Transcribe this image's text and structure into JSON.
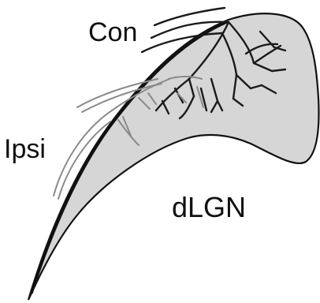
{
  "labels": {
    "contralateral": "Con",
    "ipsilateral": "Ipsi",
    "nucleus": "dLGN"
  },
  "colors": {
    "nucleus_fill": "#d6d6d6",
    "outline": "#111111",
    "contralateral_axons": "#1a1a1a",
    "ipsilateral_axons": "#8a8a8a"
  }
}
